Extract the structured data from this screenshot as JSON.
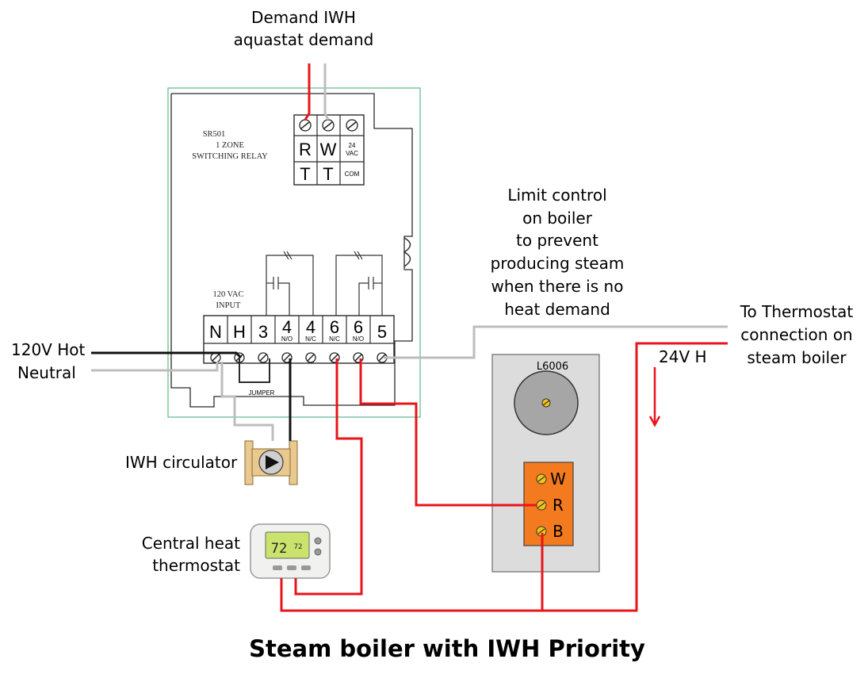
{
  "title": "Steam boiler with  IWH Priority",
  "relay": {
    "model": "SR501",
    "line1": "1 ZONE",
    "line2": "SWITCHING RELAY",
    "input_line1": "120 VAC",
    "input_line2": "INPUT",
    "jumper": "JUMPER",
    "top_terms": [
      "R",
      "W"
    ],
    "top_vac_a": "24",
    "top_vac_b": "VAC",
    "bottom_terms": [
      "T",
      "T"
    ],
    "com": "COM",
    "main_terms": [
      {
        "num": "N",
        "sub": ""
      },
      {
        "num": "H",
        "sub": ""
      },
      {
        "num": "3",
        "sub": ""
      },
      {
        "num": "4",
        "sub": "N/O"
      },
      {
        "num": "4",
        "sub": "N/C"
      },
      {
        "num": "6",
        "sub": "N/C"
      },
      {
        "num": "6",
        "sub": "N/O"
      },
      {
        "num": "5",
        "sub": ""
      }
    ]
  },
  "labels": {
    "demand_line1": "Demand IWH",
    "demand_line2": "aquastat demand",
    "hot": "120V Hot",
    "neutral": "Neutral",
    "circulator": "IWH circulator",
    "thermostat_line1": "Central heat",
    "thermostat_line2": "thermostat",
    "limit_lines": [
      "Limit control",
      "on boiler",
      "to prevent",
      "producing steam",
      "when there is no",
      "heat demand"
    ],
    "to_thermo_lines": [
      "To Thermostat",
      "connection on",
      "steam boiler"
    ],
    "v24h": "24V H"
  },
  "l6006": {
    "model": "L6006",
    "terms": [
      "W",
      "R",
      "B"
    ]
  },
  "thermostat_display": {
    "temp": "72",
    "set": "72"
  },
  "colors": {
    "red": "#e8141b",
    "black": "#111111",
    "gray": "#bdbdbd",
    "limit_bg": "#dcdcdc",
    "terminal_orange": "#f47a1f",
    "relay_border": "#5bb98a",
    "circulator": "#e9c98e"
  }
}
